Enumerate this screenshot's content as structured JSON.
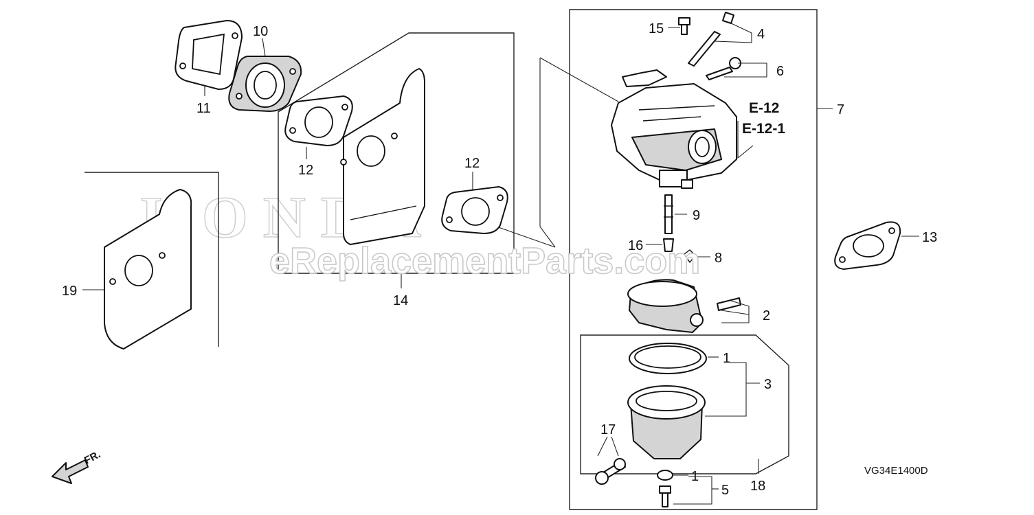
{
  "diagram": {
    "brand_watermark": "HONDA",
    "site_watermark": "eReplacementParts.com",
    "diagram_code": "VG34E1400D",
    "front_indicator": "FR.",
    "reference_labels": [
      "E-12",
      "E-12-1"
    ],
    "callouts": {
      "c1a": "1",
      "c1b": "1",
      "c2": "2",
      "c3": "3",
      "c4": "4",
      "c5": "5",
      "c6": "6",
      "c7": "7",
      "c8": "8",
      "c9": "9",
      "c10": "10",
      "c11": "11",
      "c12a": "12",
      "c12b": "12",
      "c13": "13",
      "c14": "14",
      "c15": "15",
      "c16": "16",
      "c17": "17",
      "c18": "18",
      "c19": "19"
    }
  }
}
